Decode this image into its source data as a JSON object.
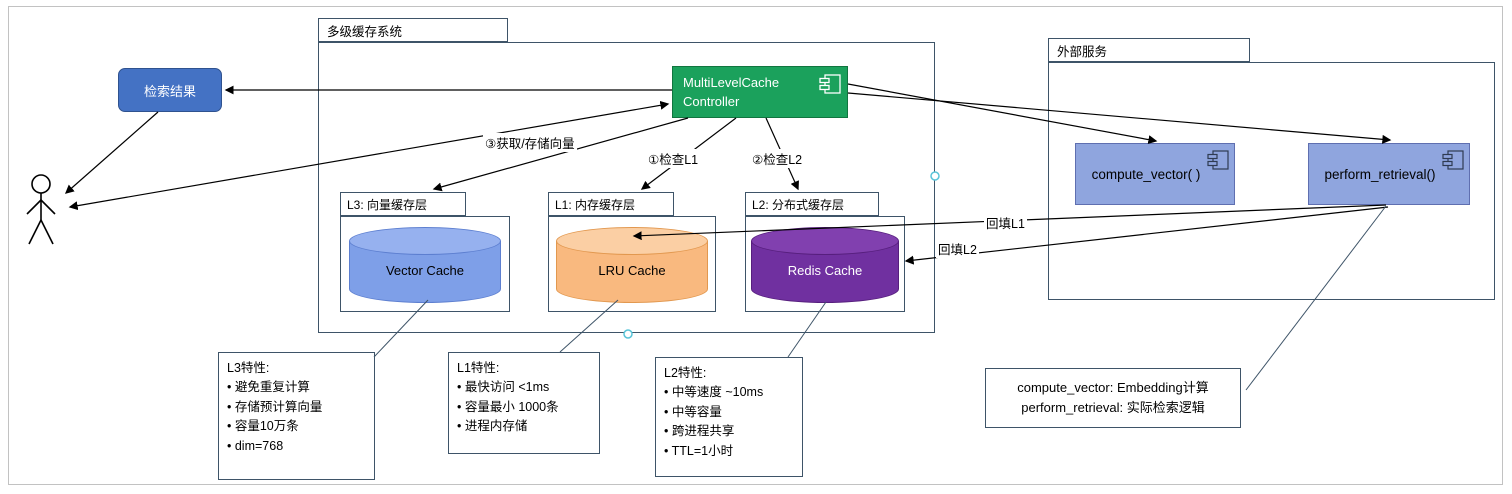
{
  "colors": {
    "result_box": "#4472C4",
    "controller": "#1BA15C",
    "vector_fill": "#7E9FE8",
    "vector_top": "#96B1EF",
    "lru_fill": "#F9B97F",
    "lru_top": "#FBCFA4",
    "redis_fill": "#7030A0",
    "redis_top": "#8140AF",
    "component_fill": "#8FA5DE"
  },
  "result_box": {
    "label": "检索结果"
  },
  "cache_system": {
    "title": "多级缓存系统",
    "controller_label": "MultiLevelCache Controller",
    "layers": [
      {
        "label": "L3: 向量缓存层",
        "cylinder_label": "Vector Cache"
      },
      {
        "label": "L1: 内存缓存层",
        "cylinder_label": "LRU Cache"
      },
      {
        "label": "L2: 分布式缓存层",
        "cylinder_label": "Redis Cache"
      }
    ]
  },
  "external": {
    "title": "外部服务",
    "components": [
      {
        "label": "compute_vector( )"
      },
      {
        "label": "perform_retrieval()"
      }
    ]
  },
  "edge_labels": {
    "get_store_vector": "③获取/存储向量",
    "check_l1": "①检查L1",
    "check_l2": "②检查L2",
    "backfill_l1": "回填L1",
    "backfill_l2": "回填L2"
  },
  "notes": [
    {
      "lines": [
        "L3特性:",
        "• 避免重复计算",
        "• 存储预计算向量",
        "• 容量10万条",
        "• dim=768"
      ]
    },
    {
      "lines": [
        "L1特性:",
        "• 最快访问 <1ms",
        "• 容量最小 1000条",
        "• 进程内存储"
      ]
    },
    {
      "lines": [
        "L2特性:",
        "• 中等速度 ~10ms",
        "• 中等容量",
        "• 跨进程共享",
        "• TTL=1小时"
      ]
    },
    {
      "lines": [
        "compute_vector: Embedding计算",
        "perform_retrieval: 实际检索逻辑"
      ]
    }
  ],
  "icons": {
    "component": "component-icon (UML component glyph)",
    "actor": "actor-icon (stick figure)",
    "connection_point": "connection-point (small cyan circle)"
  }
}
